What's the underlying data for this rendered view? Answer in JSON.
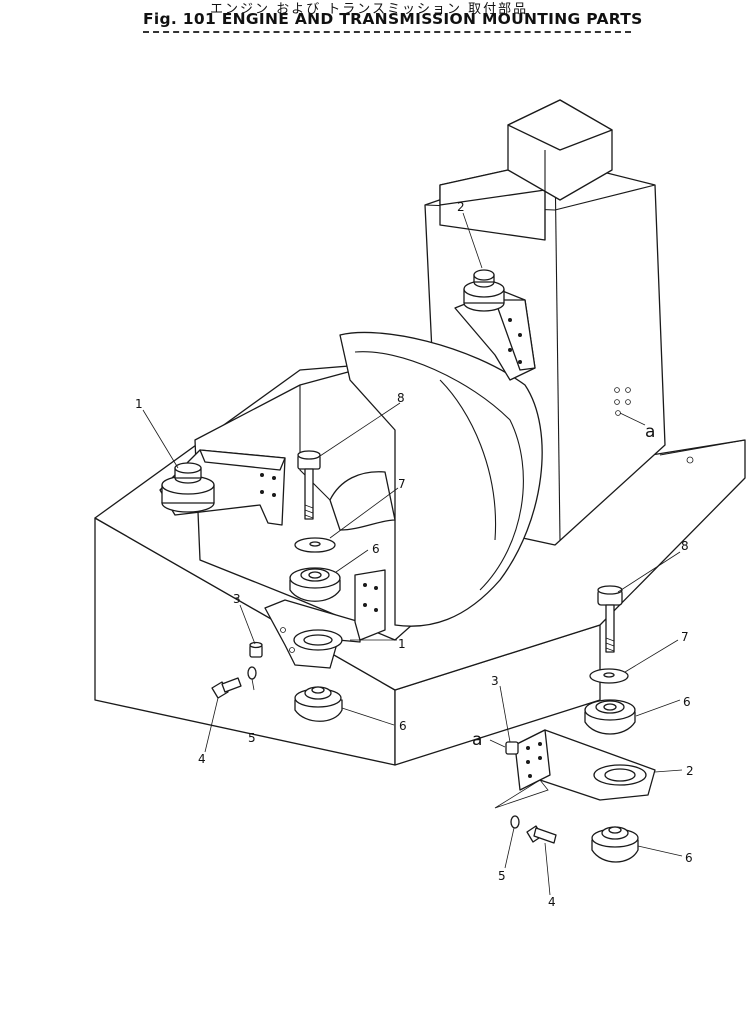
{
  "header": {
    "title_jp": "エンジン および トランスミッション 取付部品",
    "title_en": "Fig. 101 ENGINE AND TRANSMISSION MOUNTING PARTS"
  },
  "callouts": [
    {
      "id": "c1a",
      "text": "1"
    },
    {
      "id": "c1b",
      "text": "1"
    },
    {
      "id": "c2a",
      "text": "2"
    },
    {
      "id": "c2b",
      "text": "2"
    },
    {
      "id": "c3a",
      "text": "3"
    },
    {
      "id": "c3b",
      "text": "3"
    },
    {
      "id": "c4a",
      "text": "4"
    },
    {
      "id": "c4b",
      "text": "4"
    },
    {
      "id": "c5a",
      "text": "5"
    },
    {
      "id": "c5b",
      "text": "5"
    },
    {
      "id": "c6a",
      "text": "6"
    },
    {
      "id": "c6b",
      "text": "6"
    },
    {
      "id": "c6c",
      "text": "6"
    },
    {
      "id": "c6d",
      "text": "6"
    },
    {
      "id": "c7a",
      "text": "7"
    },
    {
      "id": "c7b",
      "text": "7"
    },
    {
      "id": "c8a",
      "text": "8"
    },
    {
      "id": "c8b",
      "text": "8"
    }
  ],
  "markers": [
    {
      "id": "a1",
      "text": "a"
    },
    {
      "id": "a2",
      "text": "a"
    }
  ]
}
